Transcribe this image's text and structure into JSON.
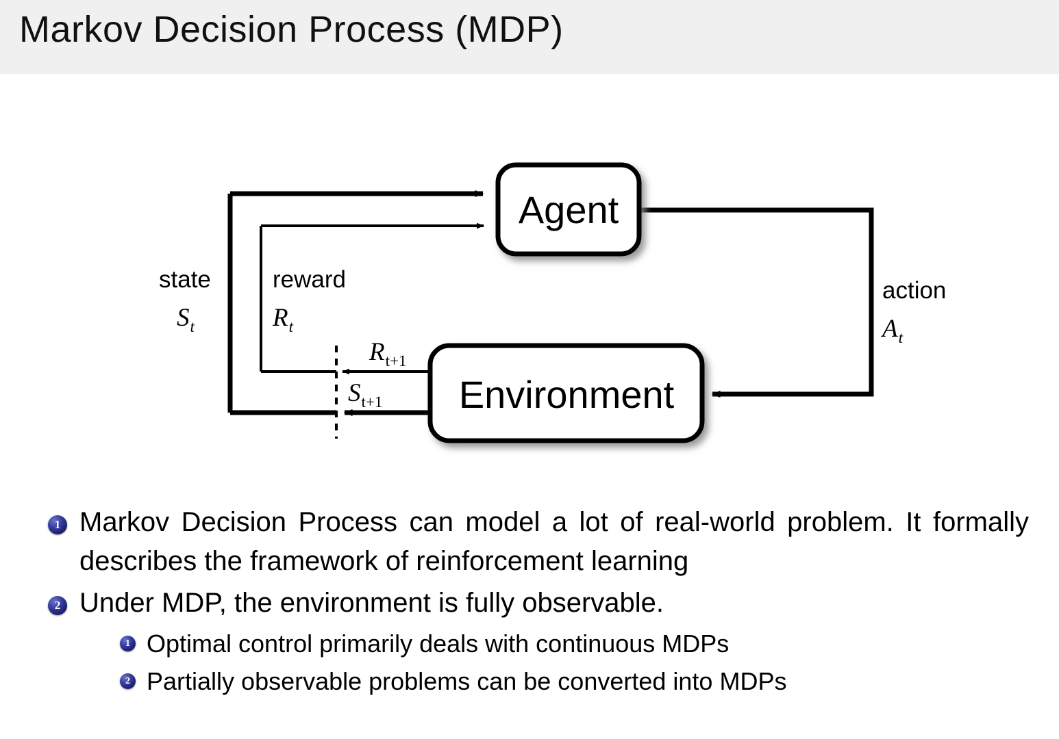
{
  "slide": {
    "title": "Markov Decision Process (MDP)",
    "header_bg": "#f0f0f0",
    "accent_bullet_color": "#2a2f8f"
  },
  "diagram": {
    "name": "agent-environment-interaction-loop",
    "nodes": [
      {
        "id": "agent",
        "label": "Agent"
      },
      {
        "id": "environment",
        "label": "Environment"
      }
    ],
    "edge_labels": {
      "state_word": "state",
      "state_sym": "S",
      "state_sym_sub": "t",
      "reward_word": "reward",
      "reward_sym": "R",
      "reward_sym_sub": "t",
      "action_word": "action",
      "action_sym": "A",
      "action_sym_sub": "t",
      "reward_next_sym": "R",
      "reward_next_sub": "t+1",
      "state_next_sym": "S",
      "state_next_sub": "t+1"
    }
  },
  "bullets": [
    {
      "marker": "1",
      "text": "Markov Decision Process can model a lot of real-world problem. It formally describes the framework of reinforcement learning",
      "children": []
    },
    {
      "marker": "2",
      "text": "Under MDP, the environment is fully observable.",
      "children": [
        {
          "marker": "1",
          "text": "Optimal control primarily deals with continuous MDPs"
        },
        {
          "marker": "2",
          "text": "Partially observable problems can be converted into MDPs"
        }
      ]
    }
  ]
}
